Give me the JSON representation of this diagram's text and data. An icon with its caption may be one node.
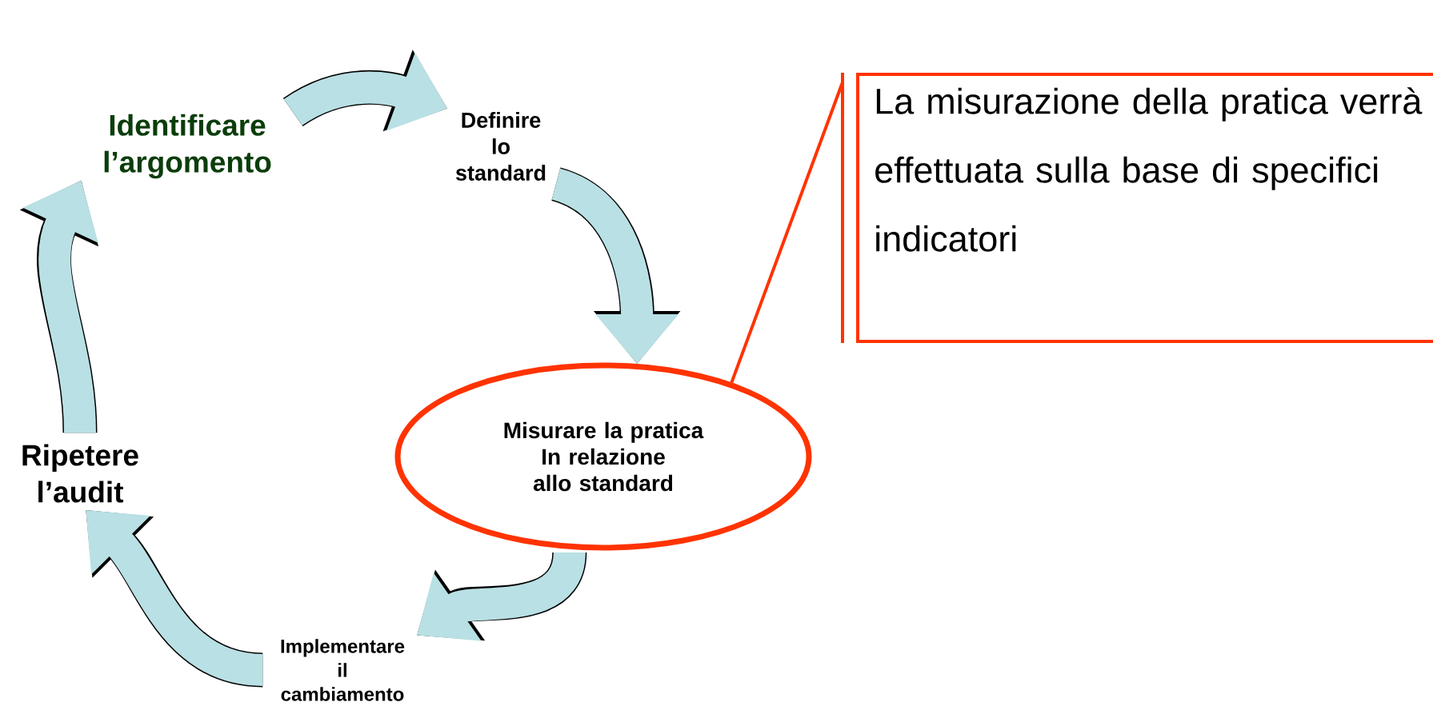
{
  "diagram": {
    "nodes": [
      {
        "text": [
          "Identificare l’argomento"
        ]
      },
      {
        "text": [
          "Definire lo standard"
        ]
      },
      {
        "text": [
          "Misurare la pratica In relazione allo standard"
        ]
      },
      {
        "text": [
          "Implementare il cambiamento"
        ]
      },
      {
        "text": [
          "Ripetere l’audit"
        ]
      },
      {
        "text": [
          "La misurazione della pratica verrà effettuata sulla base di specifici indicatori"
        ]
      }
    ],
    "edges": [
      {
        "from": 0,
        "to": 1,
        "arrow": "to"
      },
      {
        "from": 1,
        "to": 2,
        "arrow": "to"
      },
      {
        "from": 2,
        "to": 3,
        "arrow": "to"
      },
      {
        "from": 3,
        "to": 4,
        "arrow": "to"
      },
      {
        "from": 4,
        "to": 0,
        "arrow": "to"
      },
      {
        "from": 2,
        "to": 5,
        "arrow": "none",
        "color": "#ff3300"
      }
    ]
  }
}
